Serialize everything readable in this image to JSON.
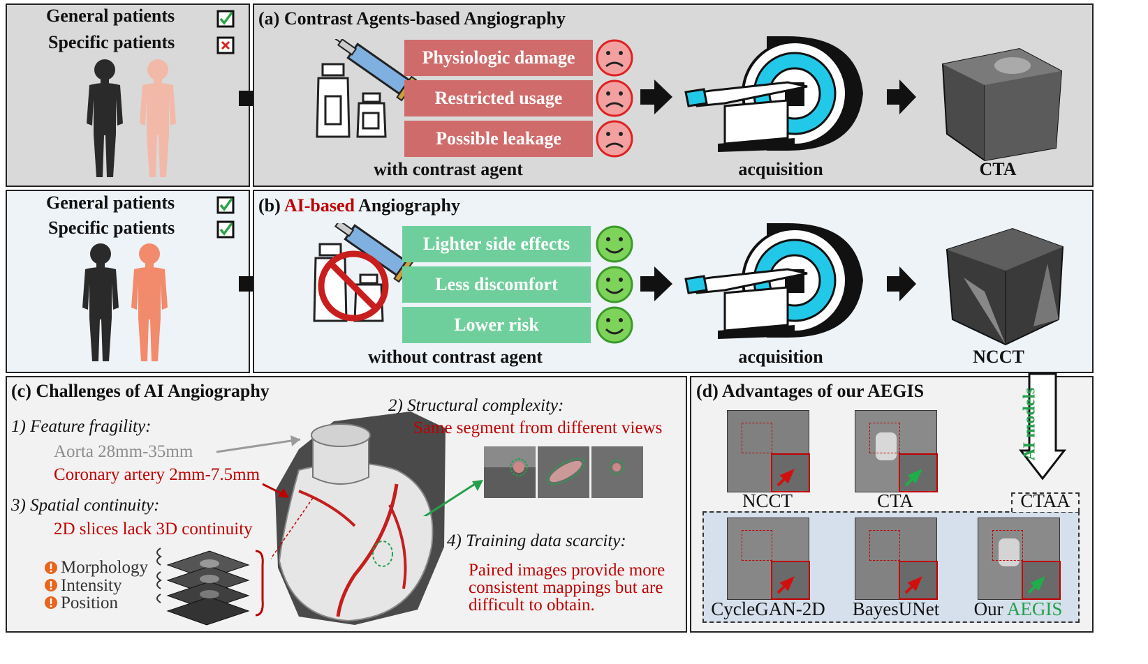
{
  "patients_a": {
    "general": "General patients",
    "specific": "Specific patients",
    "general_status": "check",
    "specific_status": "cross"
  },
  "patients_b": {
    "general": "General patients",
    "specific": "Specific patients",
    "general_status": "check",
    "specific_status": "check"
  },
  "panel_a": {
    "title": "(a) Contrast Agents-based Angiography",
    "issues": [
      "Physiologic damage",
      "Restricted usage",
      "Possible leakage"
    ],
    "caption_left": "with contrast agent",
    "caption_mid": "acquisition",
    "caption_right": "CTA"
  },
  "panel_b": {
    "title_prefix": "(b) ",
    "title_highlight": "AI-based",
    "title_suffix": " Angiography",
    "benefits": [
      "Lighter side effects",
      "Less discomfort",
      "Lower risk"
    ],
    "caption_left": "without contrast agent",
    "caption_mid": "acquisition",
    "caption_right": "NCCT"
  },
  "ai_models_label": "AI models",
  "panel_c": {
    "title": "(c) Challenges of AI Angiography",
    "feature_fragility": "1) Feature fragility:",
    "aorta": "Aorta 28mm-35mm",
    "coronary": "Coronary artery 2mm-7.5mm",
    "spatial_continuity": "3) Spatial continuity:",
    "slices_note": "2D slices lack 3D continuity",
    "attributes": [
      "Morphology",
      "Intensity",
      "Position"
    ],
    "structural_complexity": "2) Structural complexity:",
    "same_segment": "Same segment from different views",
    "training_scarcity": "4) Training data scarcity:",
    "paired_images": [
      "Paired images provide more",
      "consistent mappings but are",
      "difficult to obtain."
    ]
  },
  "panel_d": {
    "title": "(d) Advantages of our AEGIS",
    "row1": [
      "NCCT",
      "CTA",
      "CTAA"
    ],
    "row2": [
      "CycleGAN-2D",
      "BayesUNet"
    ],
    "our_prefix": "Our ",
    "our_name": "AEGIS"
  },
  "colors": {
    "red_box": "#d06b6b",
    "green_box": "#6fcf9c",
    "highlight_red": "#c00000",
    "highlight_green": "#23a04b",
    "panel_gray": "#d9d9d9",
    "panel_blue": "#eef3f8"
  }
}
